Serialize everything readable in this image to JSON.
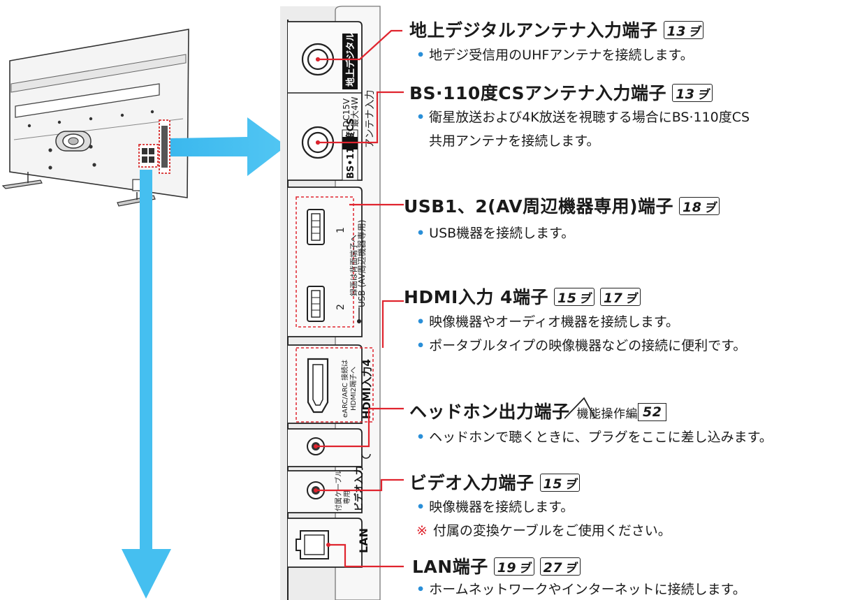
{
  "labels": [
    {
      "id": "terrestrial",
      "title": "地上デジタルアンテナ入力端子",
      "refs": [
        "13"
      ],
      "items": [
        {
          "mark": "dot",
          "text": "地デジ受信用のUHFアンテナを接続します。"
        }
      ]
    },
    {
      "id": "bs",
      "title": "BS·110度CSアンテナ入力端子",
      "refs": [
        "13"
      ],
      "items": [
        {
          "mark": "dot",
          "text": "衛星放送および4K放送を視聴する場合にBS·110度CS"
        },
        {
          "mark": "none",
          "text": "共用アンテナを接続します。"
        }
      ]
    },
    {
      "id": "usb",
      "title": "USB1、2(AV周辺機器専用)端子",
      "refs": [
        "18"
      ],
      "items": [
        {
          "mark": "dot",
          "text": "USB機器を接続します。"
        }
      ]
    },
    {
      "id": "hdmi",
      "title": "HDMI入力 4端子",
      "refs": [
        "15",
        "17"
      ],
      "items": [
        {
          "mark": "dot",
          "text": "映像機器やオーディオ機器を接続します。"
        },
        {
          "mark": "dot",
          "text": "ポータブルタイプの映像機器などの接続に便利です。"
        }
      ]
    },
    {
      "id": "headphone",
      "title": "ヘッドホン出力端子",
      "note": "機能操作編",
      "note_ref": "52",
      "items": [
        {
          "mark": "dot",
          "text": "ヘッドホンで聴くときに、プラグをここに差し込みます。"
        }
      ]
    },
    {
      "id": "video",
      "title": "ビデオ入力端子",
      "refs": [
        "15"
      ],
      "items": [
        {
          "mark": "dot",
          "text": "映像機器を接続します。"
        },
        {
          "mark": "kome",
          "text": "付属の変換ケーブルをご使用ください。"
        }
      ]
    },
    {
      "id": "lan",
      "title": "LAN端子",
      "refs": [
        "19",
        "27"
      ],
      "items": [
        {
          "mark": "dot",
          "text": "ホームネットワークやインターネットに接続します。"
        }
      ]
    }
  ],
  "ref_suffix": "ヺ",
  "panel": {
    "terrestrial": "地上デジタル",
    "antenna_input": "アンテナ入力",
    "dc1": "DC15V",
    "dc2": "最大4W",
    "bs": "BS•110度CS",
    "usb": "USB (AV周辺機器専用)",
    "usb_rec": "録画は背面端子へ",
    "usb1": "1",
    "usb2": "2",
    "hdmi": "HDMI入力4",
    "earc1": "eARC/ARC 接続は",
    "earc2": "HDMI2端子へ",
    "video_cable1": "付属ケーブル",
    "video_cable2": "専用",
    "video": "ビデオ入力",
    "lan": "LAN"
  },
  "colors": {
    "line": "#e0242e",
    "arrow": "#45bff0",
    "bullet": "#2a8fd8",
    "panel": "#ececec"
  }
}
